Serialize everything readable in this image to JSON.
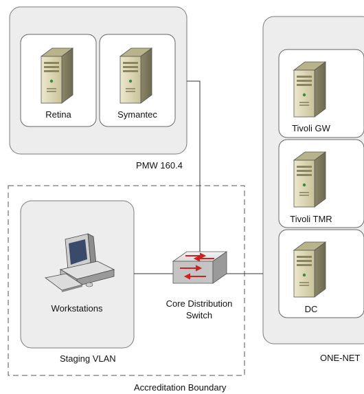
{
  "groups": {
    "pmw": "PMW 160.4",
    "one_net": "ONE-NET",
    "staging": "Staging VLAN",
    "boundary": "Accreditation Boundary"
  },
  "nodes": {
    "retina": "Retina",
    "symantec": "Symantec",
    "tivoli_gw": "Tivoli GW",
    "tivoli_tmr": "Tivoli TMR",
    "dc": "DC",
    "workstations": "Workstations",
    "switch_line1": "Core Distribution",
    "switch_line2": "Switch"
  },
  "colors": {
    "panel_fill": "#ededed",
    "panel_stroke": "#7a7a7a",
    "tile_fill": "#ffffff",
    "server_tan": "#d8d2a6",
    "switch_arrow": "#cc2222",
    "line": "#333333"
  },
  "icons": [
    "server-icon",
    "workstation-icon",
    "switch-icon"
  ]
}
